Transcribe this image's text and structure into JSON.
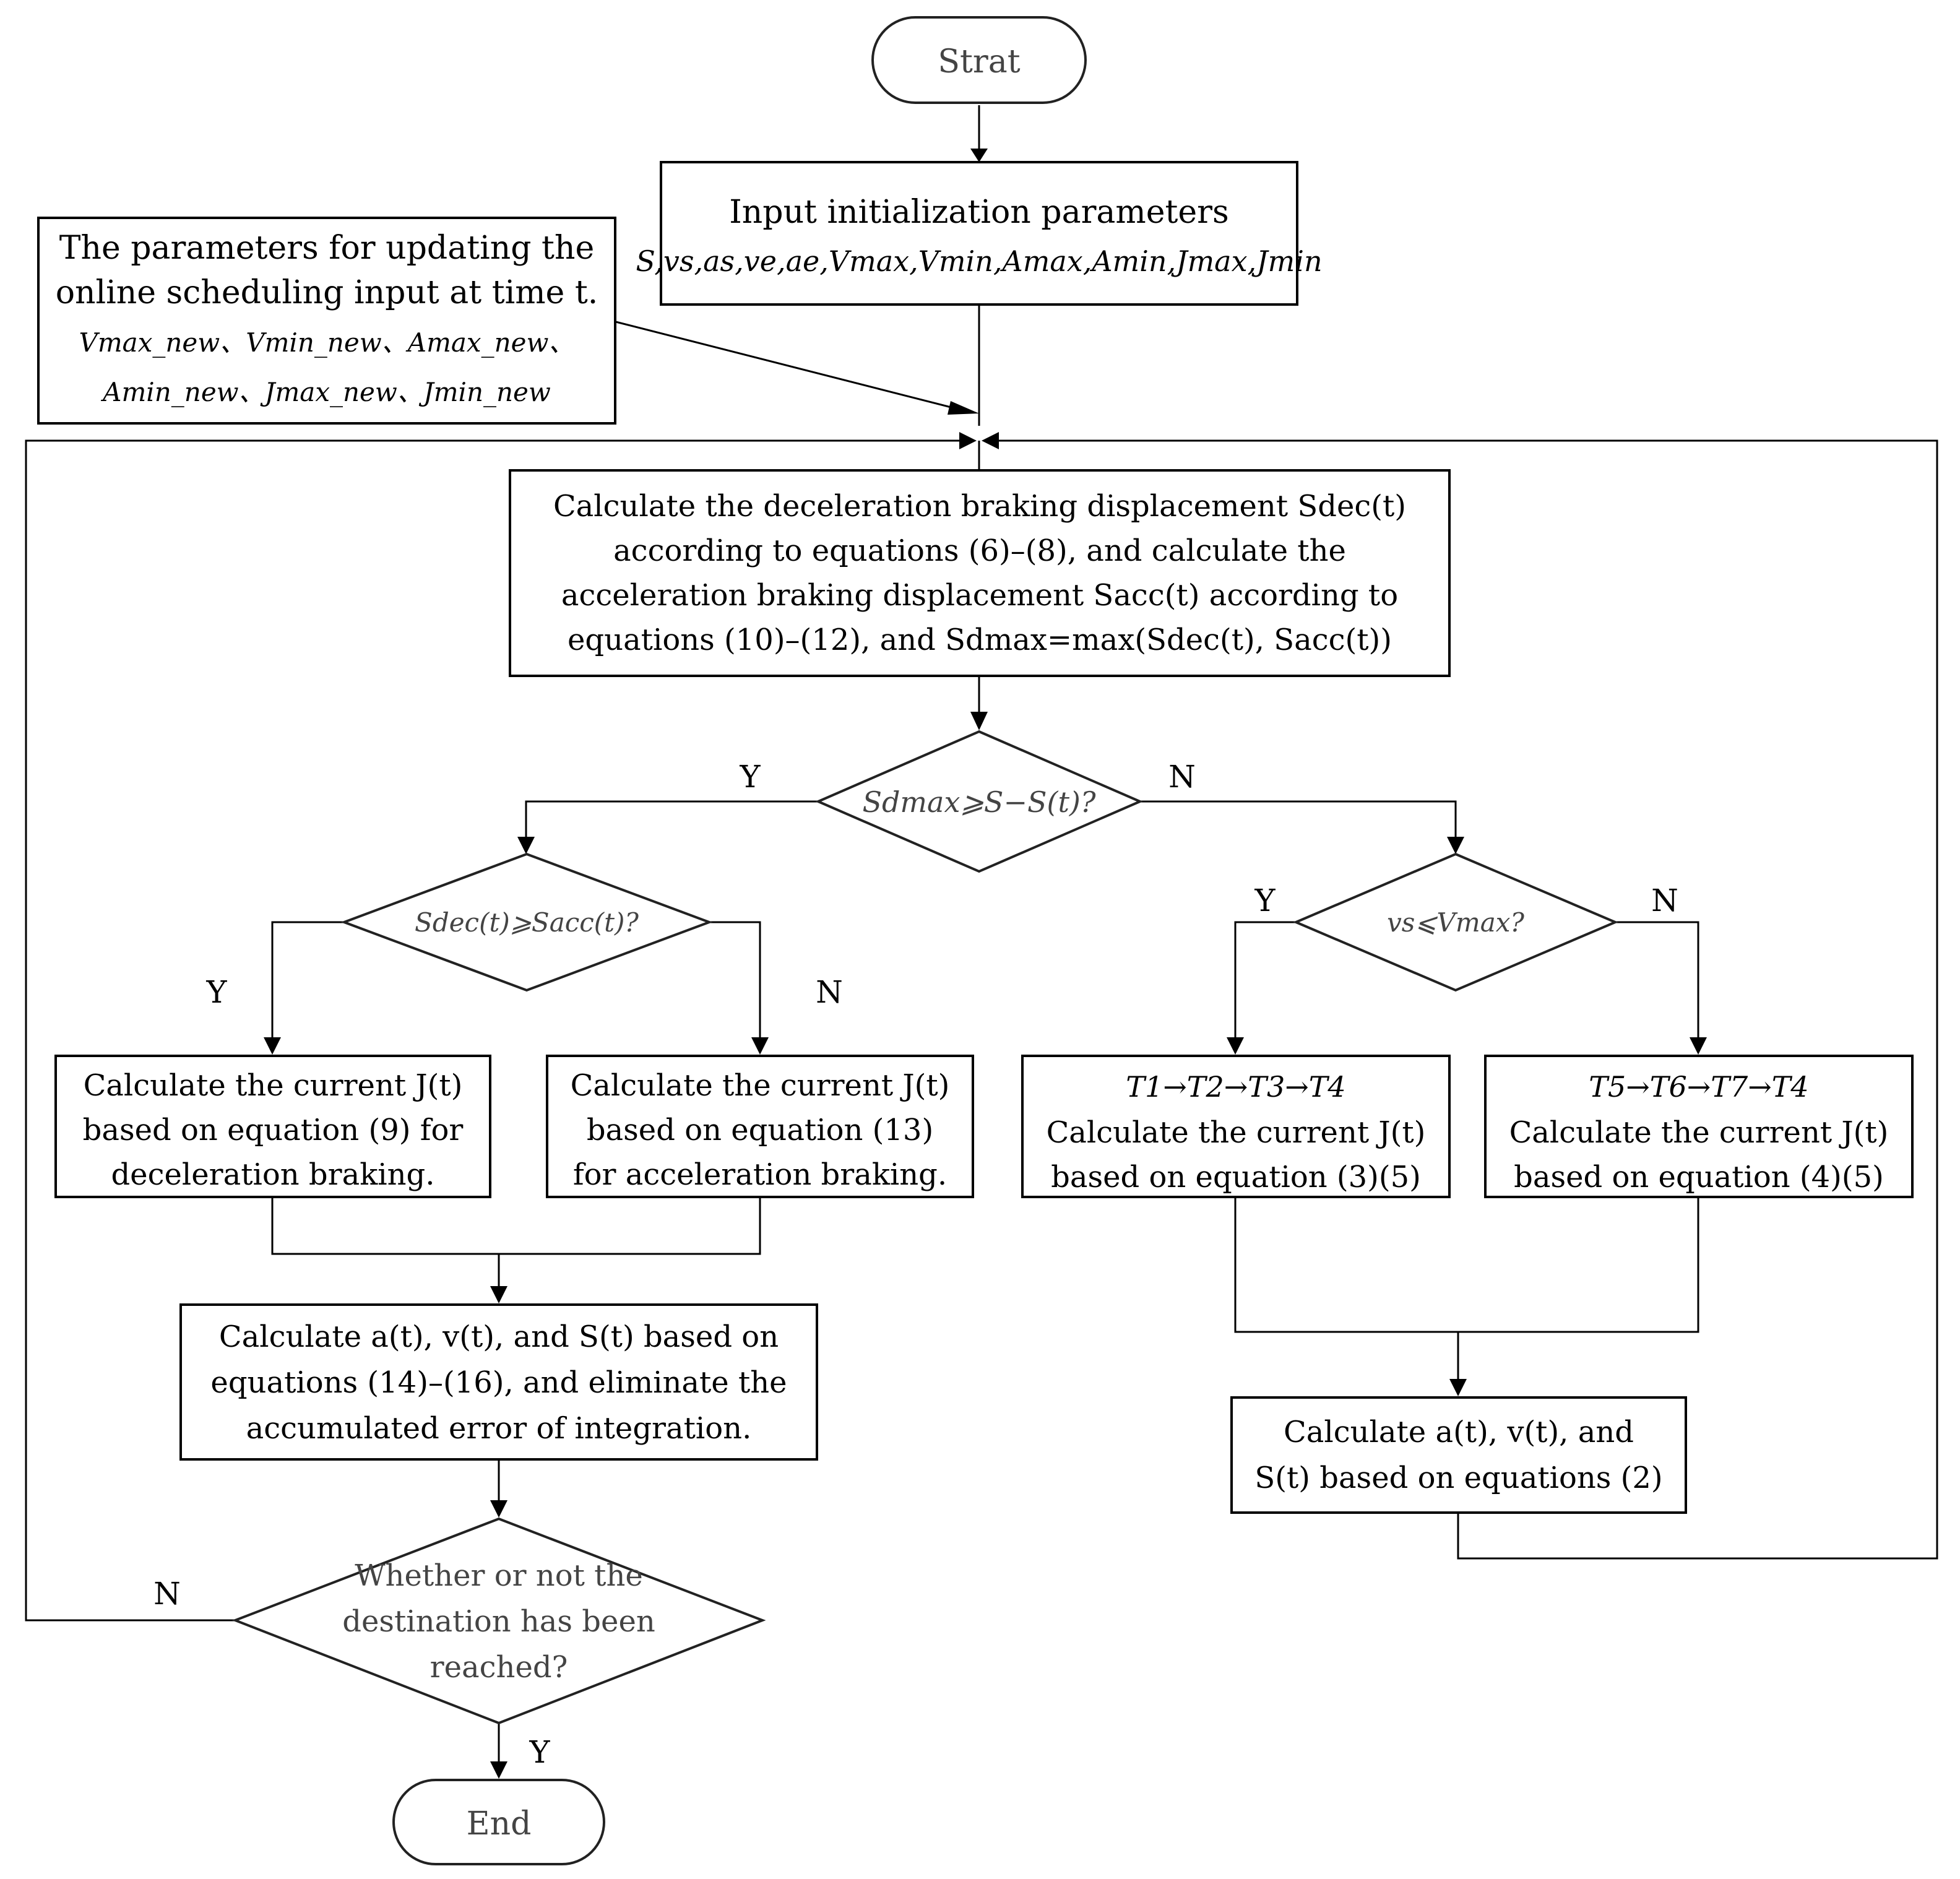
{
  "terminals": {
    "start": "Strat",
    "end": "End"
  },
  "init_box": {
    "title": "Input initialization parameters",
    "params": "S,vs,as,ve,ae,Vmax,Vmin,Amax,Amin,Jmax,Jmin"
  },
  "update_box": {
    "line1": "The parameters for updating the",
    "line2": "online scheduling input at time t.",
    "line3": "Vmax_new、Vmin_new、Amax_new、",
    "line4": "Amin_new、Jmax_new、Jmin_new"
  },
  "calc_box": {
    "line1": "Calculate the deceleration braking displacement Sdec(t)",
    "line2": "according to equations (6)–(8), and calculate the",
    "line3": "acceleration braking displacement Sacc(t) according to",
    "line4": "equations (10)–(12), and Sdmax=max(Sdec(t), Sacc(t))"
  },
  "decision_main": "Sdmax⩾S−S(t)?",
  "decision_left": "Sdec(t)⩾Sacc(t)?",
  "decision_right": "vs⩽Vmax?",
  "box_decel": {
    "line1": "Calculate the current J(t)",
    "line2": "based on equation (9) for",
    "line3": "deceleration braking."
  },
  "box_accel": {
    "line1": "Calculate the current J(t)",
    "line2": "based on equation (13)",
    "line3": "for acceleration braking."
  },
  "box_t1": {
    "line1": "T1→T2→T3→T4",
    "line2": "Calculate the current J(t)",
    "line3": "based on equation (3)(5)"
  },
  "box_t5": {
    "line1": "T5→T6→T7→T4",
    "line2": "Calculate the current J(t)",
    "line3": "based on equation (4)(5)"
  },
  "box_integrate": {
    "line1": "Calculate a(t), v(t), and S(t) based on",
    "line2": "equations (14)–(16), and eliminate the",
    "line3": "accumulated error of integration."
  },
  "box_eq2": {
    "line1": "Calculate a(t), v(t), and",
    "line2": "S(t) based on equations (2)"
  },
  "decision_dest": {
    "line1": "Whether or not the",
    "line2": "destination has been",
    "line3": "reached?"
  },
  "branch_labels": {
    "main_yes": "Y",
    "main_no": "N",
    "left_yes": "Y",
    "left_no": "N",
    "right_yes": "Y",
    "right_no": "N",
    "dest_no": "N",
    "dest_yes": "Y"
  }
}
